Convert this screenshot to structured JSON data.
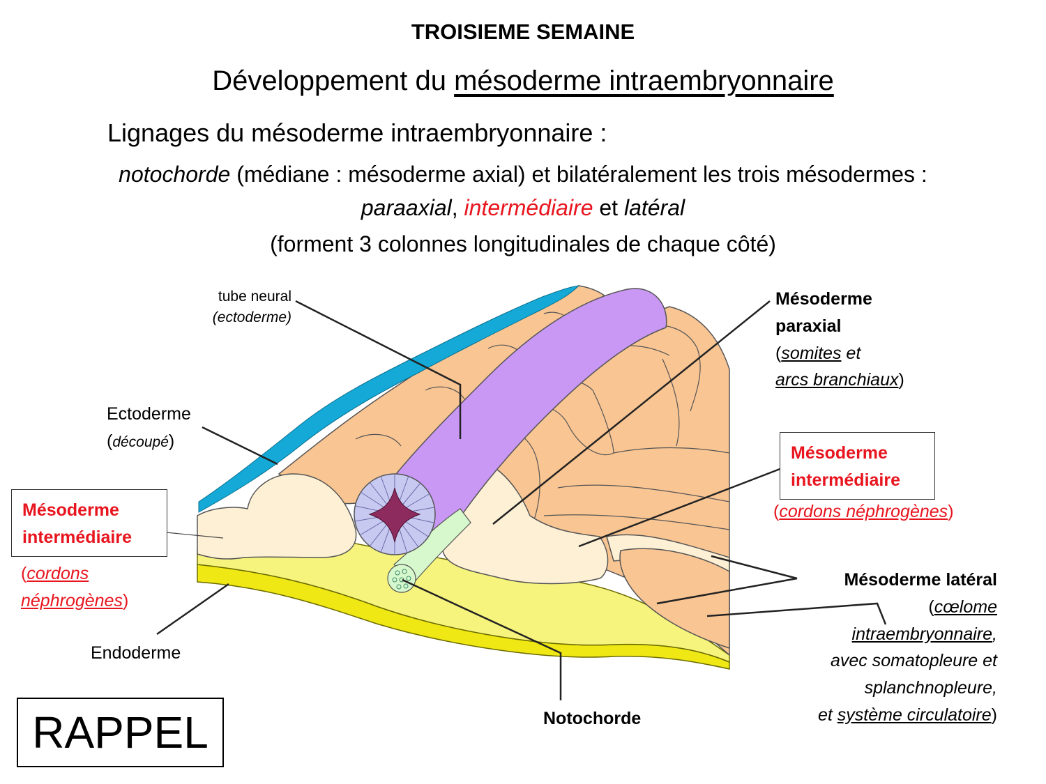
{
  "header": {
    "week": "TROISIEME SEMAINE",
    "dev_prefix": "Développement du ",
    "dev_underlined": "mésoderme intraembryonnaire",
    "lineages": "Lignages du mésoderme intraembryonnaire :",
    "line1_notochord": "notochorde",
    "line1_rest": " (médiane : mésoderme axial) et bilatéralement les trois mésodermes :",
    "line2_paraxial": "paraaxial",
    "line2_comma": ", ",
    "line2_intermediate": "intermédiaire",
    "line2_and": " et ",
    "line2_lateral": "latéral",
    "line3": "(forment 3 colonnes longitudinales de chaque côté)"
  },
  "labels": {
    "neural_tube": "tube neural",
    "neural_tube_sub": "(ectoderme)",
    "ectoderm": "Ectoderme",
    "ectoderm_open": "(",
    "ectoderm_sub": "découpé",
    "ectoderm_close": ")",
    "inter_left_1": "Mésoderme",
    "inter_left_2": "intermédiaire",
    "inter_left_sub_1": "cordons ",
    "inter_left_sub_2": "néphrogènes",
    "endoderm": "Endoderme",
    "rappel": "RAPPEL",
    "notochord": "Notochorde",
    "paraxial_1": "Mésoderme",
    "paraxial_2": "paraxial",
    "paraxial_somites": "somites",
    "paraxial_et": " et",
    "paraxial_arcs": "arcs branchiaux",
    "inter_right_1": "Mésoderme",
    "inter_right_2": "intermédiaire",
    "inter_right_sub": "cordons néphrogènes",
    "lateral_title": "Mésoderme latéral",
    "lateral_coelome": "cœlome ",
    "lateral_intra": "intraembryonnaire",
    "lateral_comma": ",",
    "lateral_line3": "avec somatopleure et",
    "lateral_line4": "splanchnopleure,",
    "lateral_et": "et ",
    "lateral_circ": "système circulatoire",
    "open_paren": "(",
    "close_paren": ")"
  },
  "colors": {
    "red": "#e8141e",
    "ectoderm": "#14a9d6",
    "somite": "#f9c593",
    "neural_tube": "#c997f4",
    "neural_lumen": "#8e2b5e",
    "intermediate": "#fdf0d4",
    "endoderm": "#f7f47e",
    "notochord": "#d6f8cc"
  }
}
